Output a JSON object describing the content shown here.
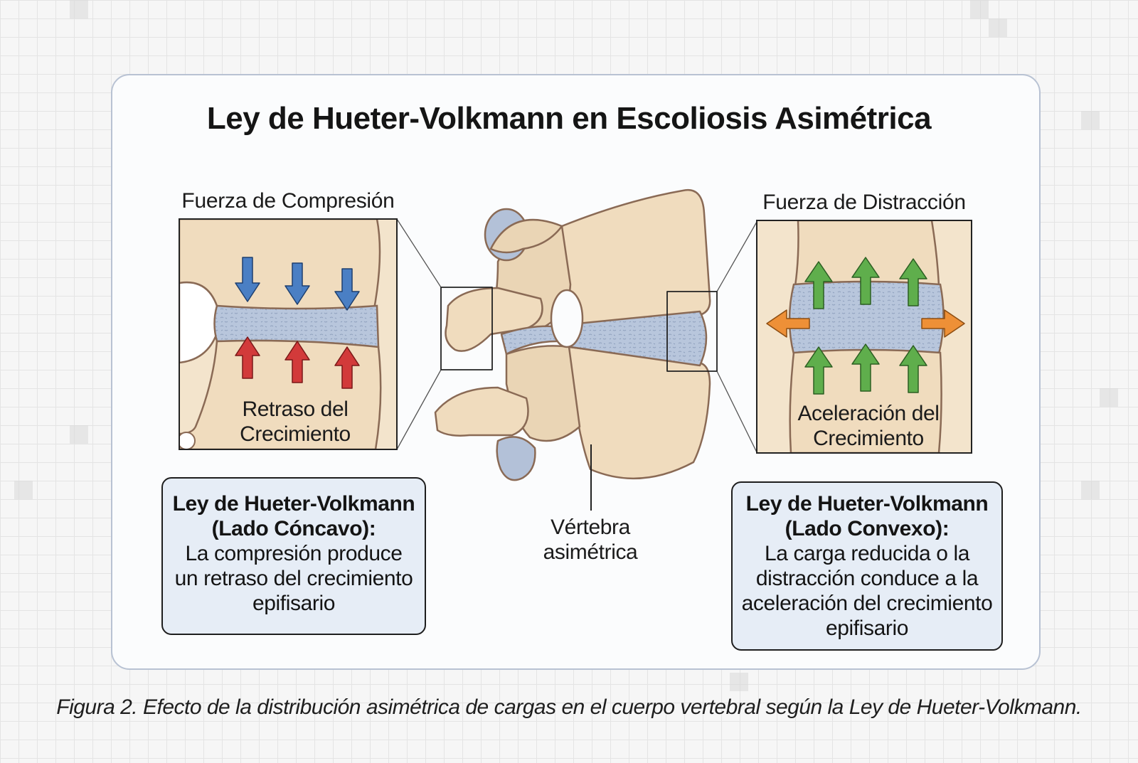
{
  "title": "Ley de Hueter-Volkmann en Escoliosis Asimétrica",
  "left_panel": {
    "force_label": "Fuerza de Compresión",
    "effect_line1": "Retraso del",
    "effect_line2": "Crecimiento"
  },
  "right_panel": {
    "force_label": "Fuerza de Distracción",
    "effect_line1": "Aceleración del",
    "effect_line2": "Crecimiento"
  },
  "vertebra_label_line1": "Vértebra",
  "vertebra_label_line2": "asimétrica",
  "left_box": {
    "heading1": "Ley de Hueter-Volkmann",
    "heading2": "(Lado Cóncavo):",
    "body1": "La compresión produce",
    "body2": "un retraso del crecimiento",
    "body3": "epifisario"
  },
  "right_box": {
    "heading1": "Ley de Hueter-Volkmann",
    "heading2": "(Lado Convexo):",
    "body1": "La carga reducida o la",
    "body2": "distracción conduce a la",
    "body3": "aceleración del crecimiento",
    "body4": "epifisario"
  },
  "caption": "Figura 2. Efecto de la distribución asimétrica de cargas en el cuerpo vertebral según la Ley de Hueter-Volkmann.",
  "colors": {
    "bone": "#f0dcbe",
    "bone_outline": "#8a6a55",
    "disc": "#b3c1d8",
    "compression_arrow_down": "#4a7fc4",
    "compression_arrow_up": "#d23a3a",
    "growth_arrow": "#5fae4c",
    "lateral_arrow": "#ee9037",
    "info_box_bg": "#e6edf6"
  }
}
